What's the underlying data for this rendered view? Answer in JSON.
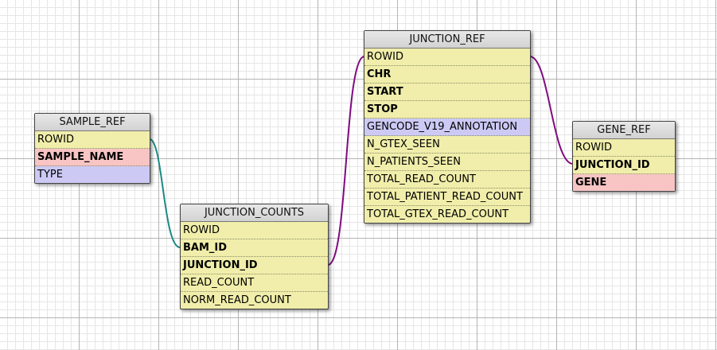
{
  "colors": {
    "row_default": "#f0eeaa",
    "row_pink": "#f8c4c4",
    "row_lavender": "#cccaf5",
    "header": "#dcdcdc",
    "link_teal": "#1a8a85",
    "link_purple": "#800a80"
  },
  "tables": {
    "sample_ref": {
      "title": "SAMPLE_REF",
      "rows": [
        {
          "label": "ROWID",
          "style": "plain"
        },
        {
          "label": "SAMPLE_NAME",
          "style": "bold-pink"
        },
        {
          "label": "TYPE",
          "style": "lavender"
        }
      ]
    },
    "junction_counts": {
      "title": "JUNCTION_COUNTS",
      "rows": [
        {
          "label": "ROWID",
          "style": "plain"
        },
        {
          "label": "BAM_ID",
          "style": "bold"
        },
        {
          "label": "JUNCTION_ID",
          "style": "bold"
        },
        {
          "label": "READ_COUNT",
          "style": "plain"
        },
        {
          "label": "NORM_READ_COUNT",
          "style": "plain"
        }
      ]
    },
    "junction_ref": {
      "title": "JUNCTION_REF",
      "rows": [
        {
          "label": "ROWID",
          "style": "plain"
        },
        {
          "label": "CHR",
          "style": "bold"
        },
        {
          "label": "START",
          "style": "bold"
        },
        {
          "label": "STOP",
          "style": "bold"
        },
        {
          "label": "GENCODE_V19_ANNOTATION",
          "style": "lavender"
        },
        {
          "label": "N_GTEX_SEEN",
          "style": "plain"
        },
        {
          "label": "N_PATIENTS_SEEN",
          "style": "plain"
        },
        {
          "label": "TOTAL_READ_COUNT",
          "style": "plain"
        },
        {
          "label": "TOTAL_PATIENT_READ_COUNT",
          "style": "plain"
        },
        {
          "label": "TOTAL_GTEX_READ_COUNT",
          "style": "plain"
        }
      ]
    },
    "gene_ref": {
      "title": "GENE_REF",
      "rows": [
        {
          "label": "ROWID",
          "style": "plain"
        },
        {
          "label": "JUNCTION_ID",
          "style": "bold"
        },
        {
          "label": "GENE",
          "style": "bold-pink"
        }
      ]
    }
  },
  "relations": [
    {
      "from": "sample_ref.ROWID",
      "to": "junction_counts.BAM_ID",
      "color": "#1a8a85"
    },
    {
      "from": "junction_counts.JUNCTION_ID",
      "to": "junction_ref.ROWID",
      "color": "#800a80"
    },
    {
      "from": "junction_ref.ROWID",
      "to": "gene_ref.JUNCTION_ID",
      "color": "#800a80"
    }
  ]
}
